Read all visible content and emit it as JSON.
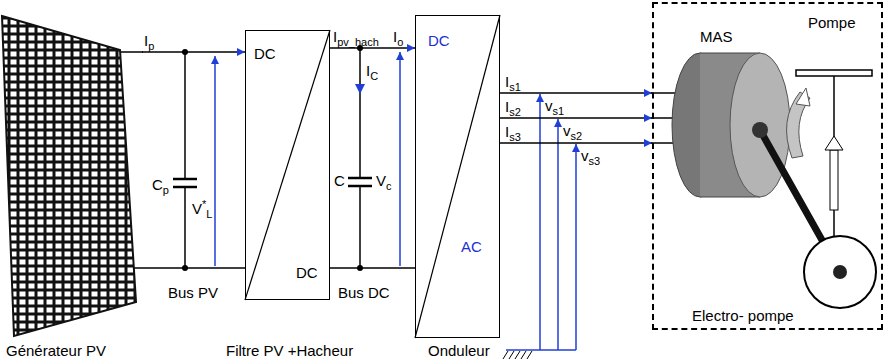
{
  "diagram": {
    "nodes": [
      {
        "text": [
          "Générateur PV"
        ]
      },
      {
        "text": [
          "DC",
          "DC"
        ]
      },
      {
        "text": [
          "DC",
          "AC"
        ]
      },
      {
        "text": [
          "Electro- pompe"
        ]
      }
    ],
    "edges": [
      {
        "from": 0,
        "to": 1,
        "arrow": "to",
        "label": "Ip"
      },
      {
        "from": 1,
        "to": 2,
        "arrow": "to",
        "label": "Io"
      },
      {
        "from": 2,
        "to": 3,
        "arrow": "to",
        "label": "Is1"
      },
      {
        "from": 2,
        "to": 3,
        "arrow": "to",
        "label": "Is2"
      },
      {
        "from": 2,
        "to": 3,
        "arrow": "to",
        "label": "Is3"
      }
    ],
    "labels": [
      "Cp",
      "V*L",
      "Bus PV",
      "Ipv_hach",
      "IC",
      "C",
      "Vc",
      "Bus DC",
      "vs1",
      "vs2",
      "vs3",
      "MAS",
      "Pompe",
      "Filtre PV +Hacheur",
      "Onduleur"
    ]
  }
}
